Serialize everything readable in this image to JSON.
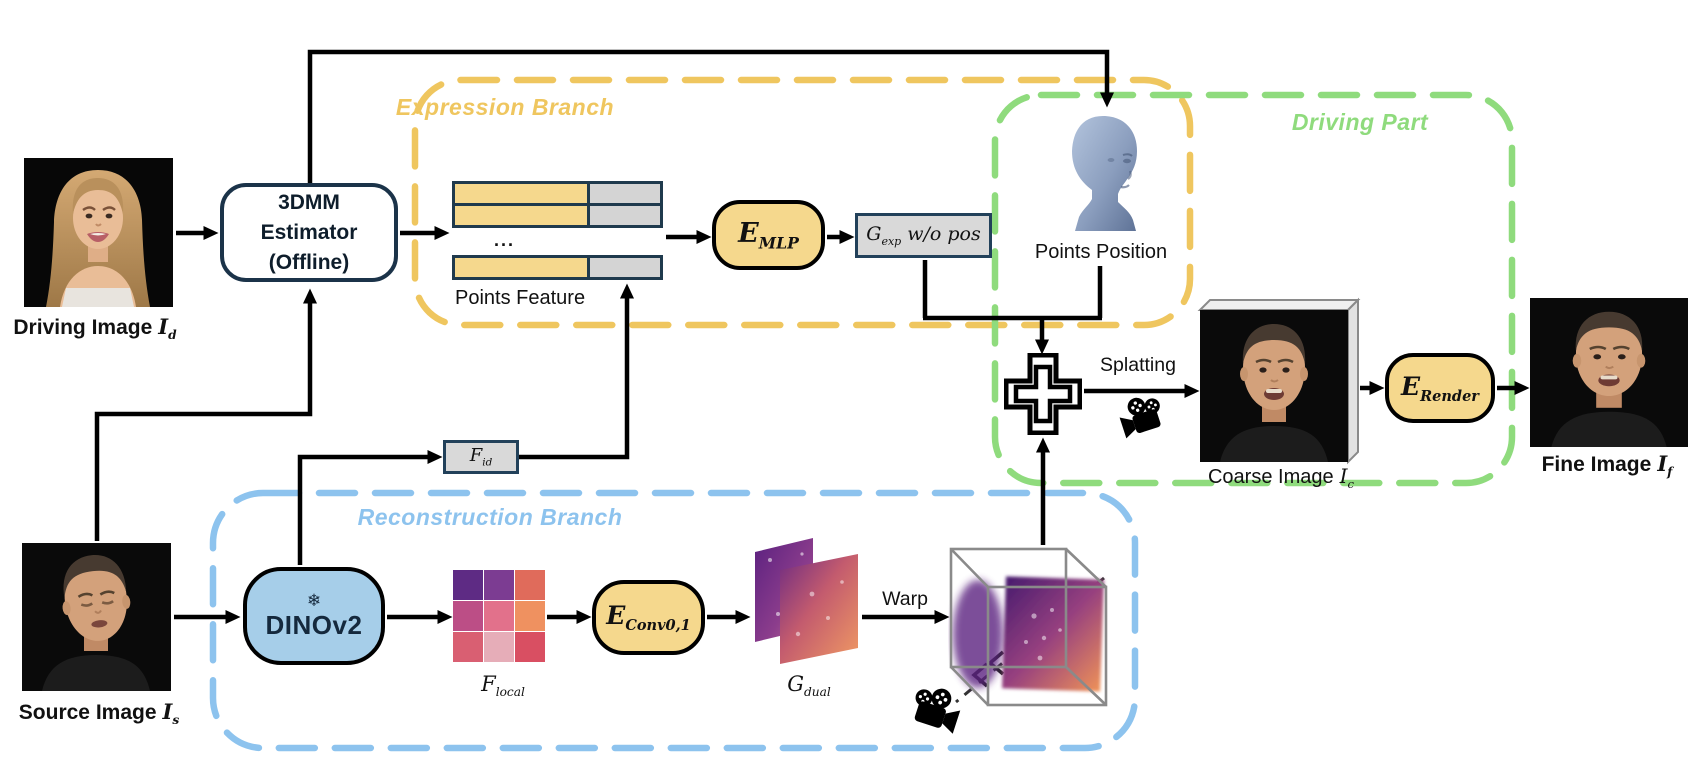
{
  "branches": {
    "expression": {
      "title": "Expression Branch",
      "color": "#EFC65F"
    },
    "driving": {
      "title": "Driving Part",
      "color": "#8FDB7D"
    },
    "reconstruction": {
      "title": "Reconstruction Branch",
      "color": "#8DC3EE"
    }
  },
  "images": {
    "driving": {
      "label": "Driving Image",
      "var": "I",
      "sub": "d"
    },
    "source": {
      "label": "Source Image",
      "var": "I",
      "sub": "s"
    },
    "coarse": {
      "label": "Coarse Image",
      "var": "I",
      "sub": "c"
    },
    "fine": {
      "label": "Fine Image",
      "var": "I",
      "sub": "f"
    }
  },
  "nodes": {
    "tdmm": {
      "line1": "3DMM",
      "line2": "Estimator",
      "line3": "(Offline)"
    },
    "dinov2": {
      "label": "DINOv2",
      "frozen_icon": "❄"
    },
    "e_mlp": {
      "base": "E",
      "sub": "MLP"
    },
    "e_conv": {
      "base": "E",
      "sub": "Conv0,1"
    },
    "e_render": {
      "base": "E",
      "sub": "Render"
    },
    "g_exp": {
      "base": "G",
      "sub": "exp",
      "suffix": "w/o pos"
    },
    "f_id": {
      "base": "F",
      "sub": "id"
    },
    "f_local": {
      "base": "F",
      "sub": "local"
    },
    "g_dual": {
      "base": "G",
      "sub": "dual"
    }
  },
  "labels": {
    "points_feature": "Points Feature",
    "points_position": "Points Position",
    "splatting": "Splatting",
    "warp": "Warp",
    "ellipsis": "..."
  },
  "grids": {
    "f_local": {
      "cells": [
        "#5E2B84",
        "#7C3C92",
        "#E06B5B",
        "#BC4E86",
        "#E2718B",
        "#EF9160",
        "#D95F72",
        "#E6ADB8",
        "#D94F62"
      ]
    }
  },
  "palette": {
    "module_fill": "#F5D88D",
    "gray_fill": "#D9D9D9",
    "navy_border": "#22415A",
    "dinov2_fill": "#A6CEE9",
    "bar_yellow": "#F5D88D",
    "bar_gray": "#D4D4D4",
    "arrow": "#000000"
  }
}
